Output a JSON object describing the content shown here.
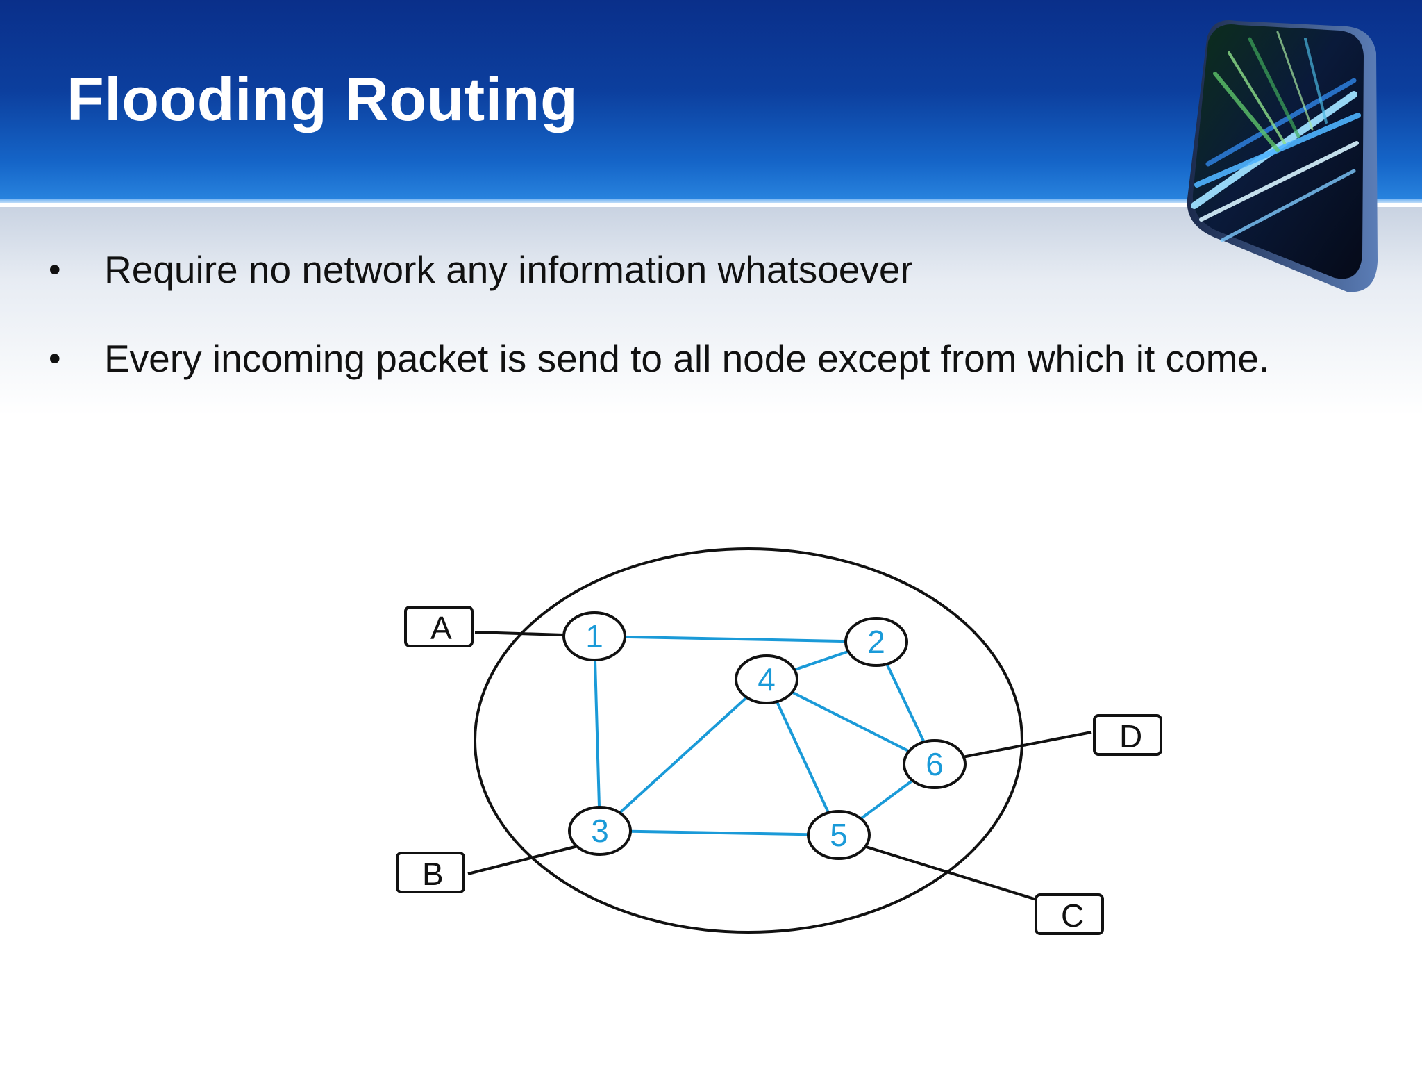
{
  "slide": {
    "title": "Flooding Routing",
    "bullets": [
      "Require no network any information whatsoever",
      "Every incoming packet is send to all node except from which it come."
    ]
  },
  "diagram": {
    "routers": [
      {
        "id": "1",
        "label": "1"
      },
      {
        "id": "2",
        "label": "2"
      },
      {
        "id": "3",
        "label": "3"
      },
      {
        "id": "4",
        "label": "4"
      },
      {
        "id": "5",
        "label": "5"
      },
      {
        "id": "6",
        "label": "6"
      }
    ],
    "hosts": [
      {
        "id": "A",
        "label": "A",
        "attached_to": "1"
      },
      {
        "id": "B",
        "label": "B",
        "attached_to": "3"
      },
      {
        "id": "C",
        "label": "C",
        "attached_to": "5"
      },
      {
        "id": "D",
        "label": "D",
        "attached_to": "6"
      }
    ],
    "links": [
      [
        "1",
        "2"
      ],
      [
        "1",
        "3"
      ],
      [
        "2",
        "4"
      ],
      [
        "2",
        "6"
      ],
      [
        "3",
        "4"
      ],
      [
        "3",
        "5"
      ],
      [
        "4",
        "5"
      ],
      [
        "4",
        "6"
      ],
      [
        "5",
        "6"
      ]
    ],
    "colors": {
      "router": "#1a9ad8",
      "link": "#1a9ad8",
      "host": "#111111",
      "subnet": "#111111"
    }
  }
}
